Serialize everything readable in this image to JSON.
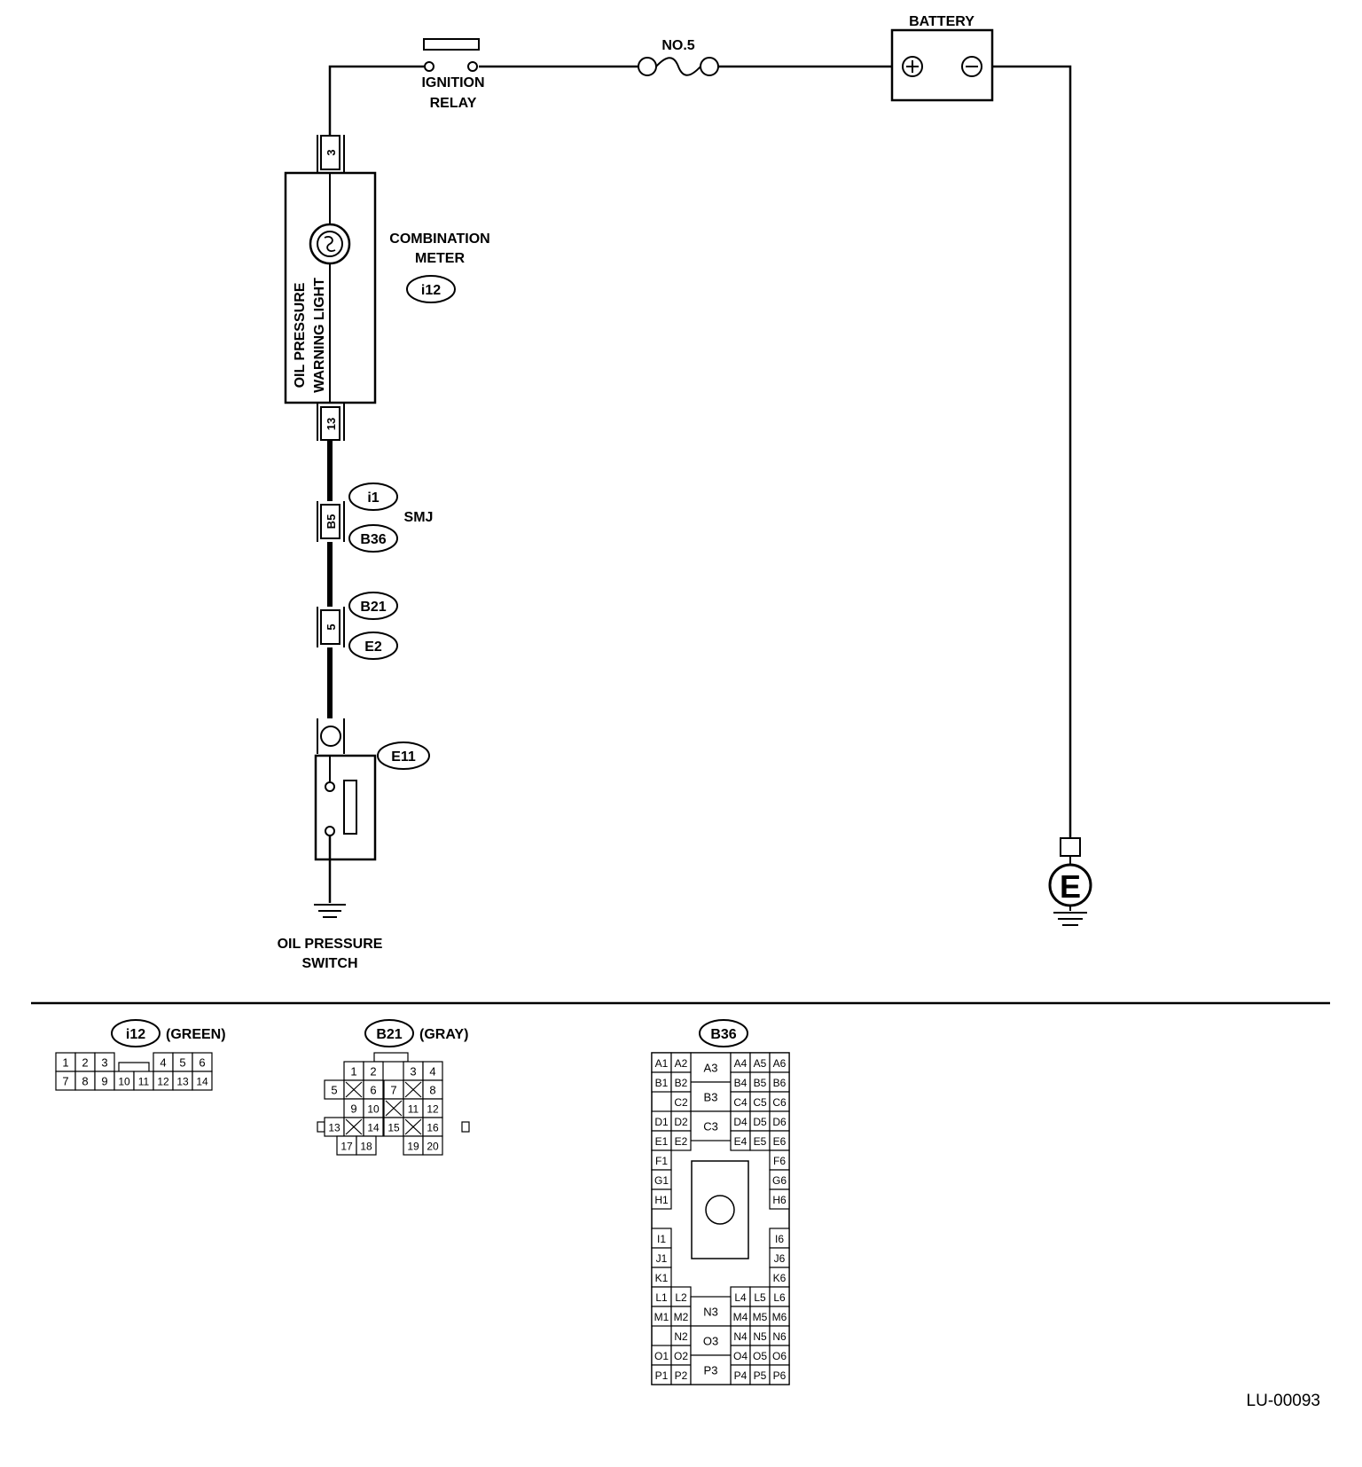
{
  "labels": {
    "battery": "BATTERY",
    "fuse": "NO.5",
    "relay_1": "IGNITION",
    "relay_2": "RELAY",
    "meter_1": "COMBINATION",
    "meter_2": "METER",
    "lamp_1": "OIL PRESSURE",
    "lamp_2": "WARNING LIGHT",
    "smj": "SMJ",
    "switch_1": "OIL PRESSURE",
    "switch_2": "SWITCH",
    "ground": "E",
    "figure_id": "LU-00093"
  },
  "connectors": {
    "i12": "i12",
    "i1": "i1",
    "B36": "B36",
    "B21": "B21",
    "E2": "E2",
    "E11": "E11"
  },
  "pins": {
    "meter_top": "3",
    "meter_bottom": "13",
    "smj": "B5",
    "e2": "5"
  },
  "views": {
    "i12": {
      "name": "i12",
      "color": "(GREEN)",
      "row1": [
        "1",
        "2",
        "3",
        "",
        "4",
        "5",
        "6"
      ],
      "row2": [
        "7",
        "8",
        "9",
        "10",
        "11",
        "12",
        "13",
        "14"
      ]
    },
    "b21": {
      "name": "B21",
      "color": "(GRAY)",
      "row1": [
        "1",
        "2",
        "3",
        "4"
      ],
      "row2": [
        "5",
        "",
        "6",
        "7",
        "",
        "8"
      ],
      "row3": [
        "9",
        "10",
        "",
        "11",
        "12"
      ],
      "row4": [
        "13",
        "",
        "14",
        "15",
        "",
        "16"
      ],
      "row5": [
        "17",
        "18",
        "19",
        "20"
      ]
    },
    "b36": {
      "name": "B36",
      "rows": [
        [
          "A1",
          "A2",
          "A3",
          "A4",
          "A5",
          "A6"
        ],
        [
          "B1",
          "B2",
          "B3",
          "B4",
          "B5",
          "B6"
        ],
        [
          "",
          "C2",
          "",
          "C4",
          "C5",
          "C6"
        ],
        [
          "D1",
          "D2",
          "C3",
          "D4",
          "D5",
          "D6"
        ],
        [
          "E1",
          "E2",
          "",
          "E4",
          "E5",
          "E6"
        ],
        [
          "F1",
          "F6"
        ],
        [
          "G1",
          "G6"
        ],
        [
          "H1",
          "H6"
        ],
        [
          "I1",
          "I6"
        ],
        [
          "J1",
          "J6"
        ],
        [
          "K1",
          "K6"
        ],
        [
          "L1",
          "L2",
          "L4",
          "L5",
          "L6"
        ],
        [
          "M1",
          "M2",
          "N3",
          "M4",
          "M5",
          "M6"
        ],
        [
          "",
          "N2",
          "",
          "N4",
          "N5",
          "N6"
        ],
        [
          "O1",
          "O2",
          "O3",
          "O4",
          "O5",
          "O6"
        ],
        [
          "P1",
          "P2",
          "P3",
          "P4",
          "P5",
          "P6"
        ]
      ]
    }
  }
}
